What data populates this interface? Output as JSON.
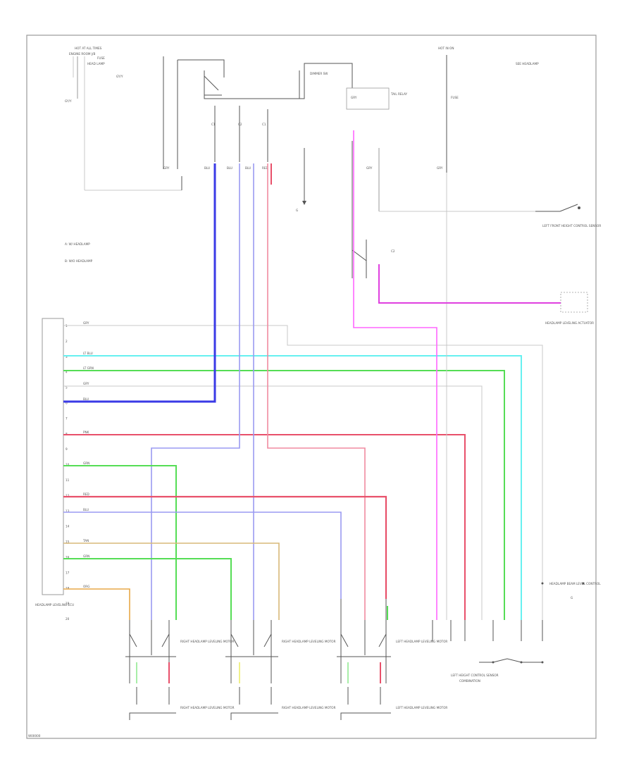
{
  "colors": {
    "frame": "#9a9a9a",
    "black": "#555555",
    "gray": "#c8c8c8",
    "pink": "#ff66ff",
    "blue": "#3a3ae6",
    "light_blue": "#9a9af2",
    "red": "#e8506a",
    "light_red": "#f08aa0",
    "green": "#55dd55",
    "light_green": "#a8eea8",
    "cyan": "#66f0f0",
    "tan": "#d8b878",
    "orange": "#e8a848",
    "magenta": "#e040e0"
  },
  "labels": {
    "top_left_fuse": "HOT AT ALL TIMES",
    "top_left_desc": "ENGINE ROOM J/B",
    "top_left_sub": "HEAD LAMP",
    "top_left_ground": "GY/Y",
    "center_top_fuse": "FUSE",
    "center_sw": "DIMMER SW",
    "center_relay": "TAIL RELAY",
    "right_top_fuse": "HOT IN ON",
    "right_top_desc": "SEE HEADLAMP",
    "fuse_right": "FUSE",
    "conn_a": "C1",
    "conn_b": "C2",
    "bus_title": "HEADLAMP BEAM LEVEL CONTROL",
    "module_name": "HEADLAMP LEVELING ECU",
    "ground_label": "G",
    "legend_a": "A: W/ HEADLAMP",
    "legend_b": "B: W/O HEADLAMP",
    "right_mid_comp": "LEFT FRONT HEIGHT CONTROL SENSOR",
    "right_lower_comp": "HEADLAMP LEVELING ACTUATOR",
    "bottom_sw1": "RIGHT HEADLAMP LEVELING MOTOR",
    "bottom_sw2": "RIGHT HEADLAMP LEVELING MOTOR",
    "bottom_sw3": "LEFT HEADLAMP LEVELING MOTOR",
    "bottom_right_title": "LEFT HEIGHT CONTROL SENSOR",
    "bottom_right_sub": "COMBINATION",
    "footer_code": "W00000"
  },
  "pins": [
    "1",
    "2",
    "3",
    "4",
    "5",
    "6",
    "7",
    "8",
    "9",
    "10",
    "11",
    "12",
    "13",
    "14",
    "15",
    "16",
    "17",
    "18",
    "19",
    "20"
  ],
  "wire_tags": {
    "gray": "GRY",
    "blue": "BLU",
    "pink": "PNK",
    "red": "RED",
    "green": "GRN",
    "cyan": "LT BLU",
    "tan": "TAN",
    "orange": "ORG",
    "lgreen": "LT GRN"
  }
}
